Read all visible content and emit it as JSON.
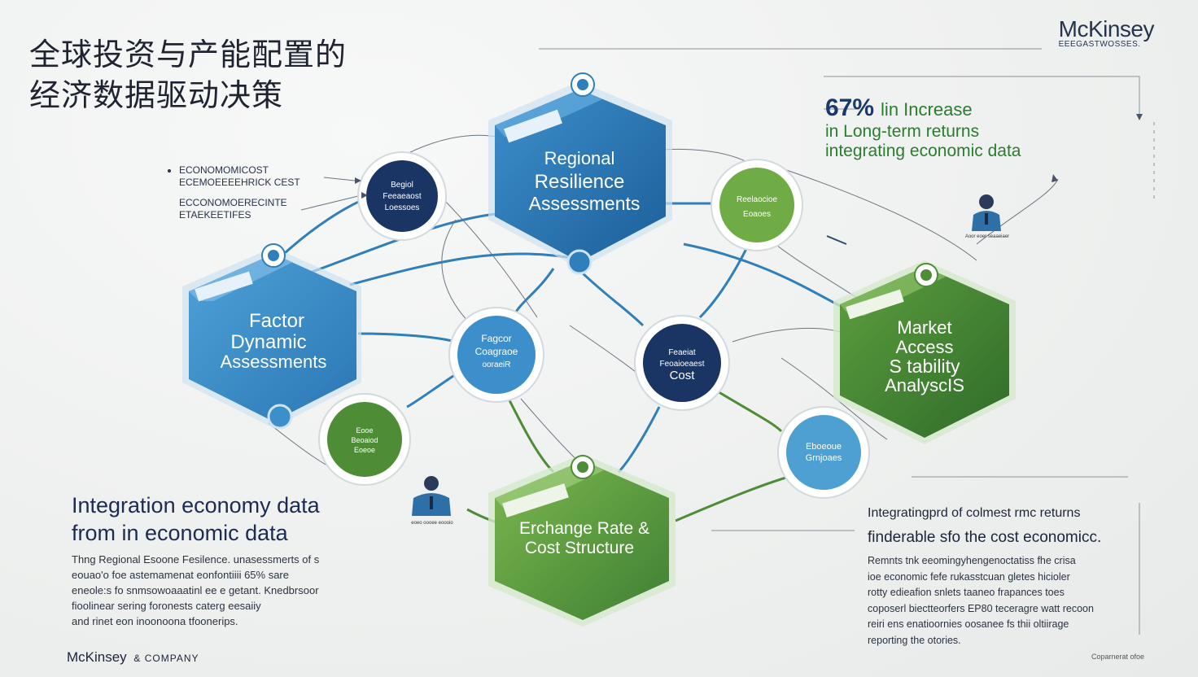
{
  "header": {
    "title_line1": "全球投资与产能配置的",
    "title_line2": "经济数据驱动决策",
    "brand": "McKinsey",
    "brand_sub": "EEEGASTWOSSES."
  },
  "stat": {
    "value": "67%",
    "line1_rest": "lin Increase",
    "line2": "in Long-term returns",
    "line3": "integrating economic data"
  },
  "bullets": {
    "item1_line1": "ECONOMOMICOST",
    "item1_line2": "ECEMOEEEEHRICK CEST",
    "item2_line1": "ECCONOMOERECINTE",
    "item2_line2": "ETAEKEETIFES"
  },
  "nodes": {
    "regional": [
      "Regional",
      "Resilience",
      "Assessments"
    ],
    "factor": [
      "Factor",
      "Dynamic",
      "Assessments"
    ],
    "market": [
      "Market",
      "Access",
      "S tability",
      "AnalyscIS"
    ],
    "exchange": [
      "Erchange Rate &",
      "Cost Structure"
    ],
    "c_regional": [
      "Begiol",
      "Feeaeaost",
      "Loessoes"
    ],
    "c_factor": [
      "Fagcor",
      "Coagraoe",
      "ooraeiR"
    ],
    "c_resilience": [
      "Reelaocioe",
      "Eoaoes"
    ],
    "c_cost": [
      "Feaeiat",
      "Feoaioeaest",
      "Cost"
    ],
    "c_econ": [
      "Eooe",
      "Beoaiod",
      "Eoeoe"
    ],
    "c_grey": [
      "Eboeoue",
      "Grnjoaes"
    ]
  },
  "left": {
    "head_line1": "Integration economy data",
    "head_line2": "from in economic data",
    "para": [
      "Thng Regional Esoone Fesilence. unasessmerts of s",
      "eouao'o foe astemamenat eonfontiiii 65% sare",
      "eneole:s fo snmsowoaaatinl ee e getant. Knedbrsoor",
      "fioolinear sering foronests caterg eesaiiy",
      "and rinet eon inoonoona tfoonerips."
    ]
  },
  "right": {
    "head_line1": "Integratingprd of colmest rmc returns",
    "head_line2": "finderable sfo the cost economicc.",
    "para": [
      "Remnts tnk eeomingyhengenoctatiss fhe crisa",
      "ioe economic fefe rukasstcuan gletes hicioler",
      "rotty edieafion snlets taaneo frapances toes",
      "coposerl biectteorfers EP80 teceragre watt recoon",
      "reiri ens enatioornies oosanee fs thii oltiirage",
      "reporting the otories."
    ]
  },
  "figures": {
    "top_caption": "Aoor eoer seaaeiaer",
    "bottom_caption": "eoeo oooee eoooio"
  },
  "footer": {
    "brand": "McKinsey",
    "company": "& COMPANY",
    "copyright": "Coparnerat ofoe"
  },
  "colors": {
    "navy": "#1a3563",
    "blue": "#2f7fba",
    "light_blue": "#4e9fd2",
    "green": "#4e8c36",
    "light_green": "#6fac45",
    "text_green": "#2a7d2d"
  }
}
